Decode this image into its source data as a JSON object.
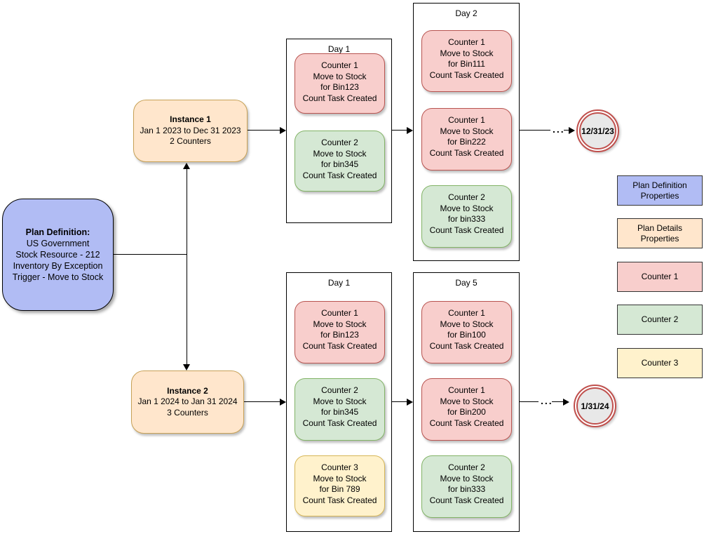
{
  "plan_definition": {
    "title": "Plan Definition:",
    "line1": "US Government",
    "line2": "Stock Resource - 212",
    "line3": "Inventory By Exception",
    "line4": "Trigger - Move to Stock"
  },
  "instance1": {
    "title": "Instance 1",
    "range": "Jan 1 2023 to Dec 31 2023",
    "counters": "2 Counters"
  },
  "instance2": {
    "title": "Instance 2",
    "range": "Jan 1 2024 to Jan 31 2024",
    "counters": "3 Counters"
  },
  "groups": {
    "top_day1": {
      "title": "Day 1",
      "cards": [
        {
          "type": "counter1",
          "l1": "Counter 1",
          "l2": "Move to Stock",
          "l3": "for Bin123",
          "l4": "Count Task Created"
        },
        {
          "type": "counter2",
          "l1": "Counter 2",
          "l2": "Move to Stock",
          "l3": "for bin345",
          "l4": "Count Task Created"
        }
      ]
    },
    "top_day2": {
      "title": "Day 2",
      "cards": [
        {
          "type": "counter1",
          "l1": "Counter 1",
          "l2": "Move to Stock",
          "l3": "for Bin111",
          "l4": "Count Task Created"
        },
        {
          "type": "counter1",
          "l1": "Counter 1",
          "l2": "Move to Stock",
          "l3": "for Bin222",
          "l4": "Count Task Created"
        },
        {
          "type": "counter2",
          "l1": "Counter 2",
          "l2": "Move to Stock",
          "l3": "for bin333",
          "l4": "Count Task Created"
        }
      ]
    },
    "bottom_day1": {
      "title": "Day 1",
      "cards": [
        {
          "type": "counter1",
          "l1": "Counter 1",
          "l2": "Move to Stock",
          "l3": "for Bin123",
          "l4": "Count Task Created"
        },
        {
          "type": "counter2",
          "l1": "Counter 2",
          "l2": "Move to Stock",
          "l3": "for bin345",
          "l4": "Count Task Created"
        },
        {
          "type": "counter3",
          "l1": "Counter 3",
          "l2": "Move to Stock",
          "l3": "for Bin 789",
          "l4": "Count Task Created"
        }
      ]
    },
    "bottom_day5": {
      "title": "Day 5",
      "cards": [
        {
          "type": "counter1",
          "l1": "Counter 1",
          "l2": "Move to Stock",
          "l3": "for Bin100",
          "l4": "Count Task Created"
        },
        {
          "type": "counter1",
          "l1": "Counter 1",
          "l2": "Move to Stock",
          "l3": "for Bin200",
          "l4": "Count Task Created"
        },
        {
          "type": "counter2",
          "l1": "Counter 2",
          "l2": "Move to Stock",
          "l3": "for bin333",
          "l4": "Count Task Created"
        }
      ]
    }
  },
  "end1": {
    "label": "12/31/23"
  },
  "end2": {
    "label": "1/31/24"
  },
  "ellipsis1": "...",
  "ellipsis2": "...",
  "legend": [
    {
      "label": "Plan Definition Properties",
      "color": "#b1bcf4"
    },
    {
      "label": "Plan Details Properties",
      "color": "#ffe6cc"
    },
    {
      "label": "Counter 1",
      "color": "#f8cecc"
    },
    {
      "label": "Counter 2",
      "color": "#d5e8d4"
    },
    {
      "label": "Counter 3",
      "color": "#fff2cc"
    }
  ],
  "colors": {
    "counter1_fill": "#f8cecc",
    "counter1_stroke": "#b85450",
    "counter2_fill": "#d5e8d4",
    "counter2_stroke": "#82b366",
    "counter3_fill": "#fff2cc",
    "counter3_stroke": "#d6b656",
    "instance_fill": "#ffe6cc",
    "instance_stroke": "#c7a156",
    "plan_fill": "#b1bcf4",
    "plan_stroke": "#000000",
    "end_ring": "#c0504d",
    "end_fill": "#e8e8e8",
    "connector": "#000000"
  }
}
